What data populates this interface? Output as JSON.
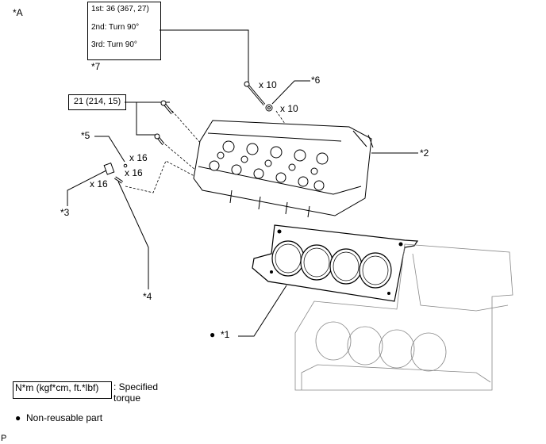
{
  "figure_label": "*A",
  "torque_box": {
    "line1": "1st: 36 (367, 27)",
    "line2": "2nd: Turn 90°",
    "line3": "3rd: Turn 90°",
    "callout": "*7"
  },
  "torque_small": "21 (214, 15)",
  "quantities": {
    "bolt_long": "x 10",
    "washer": "x 10",
    "pin_a": "x 16",
    "pin_b": "x 16",
    "pin_c": "x 16"
  },
  "callouts": {
    "c1": "*1",
    "c2": "*2",
    "c3": "*3",
    "c4": "*4",
    "c5": "*5",
    "c6": "*6"
  },
  "non_reusable_mark": "●",
  "legend": {
    "unit_box": "N*m (kgf*cm, ft.*lbf)",
    "unit_desc": ": Specified torque",
    "bullet": "●",
    "bullet_desc": "Non-reusable part"
  },
  "page_code": "P"
}
